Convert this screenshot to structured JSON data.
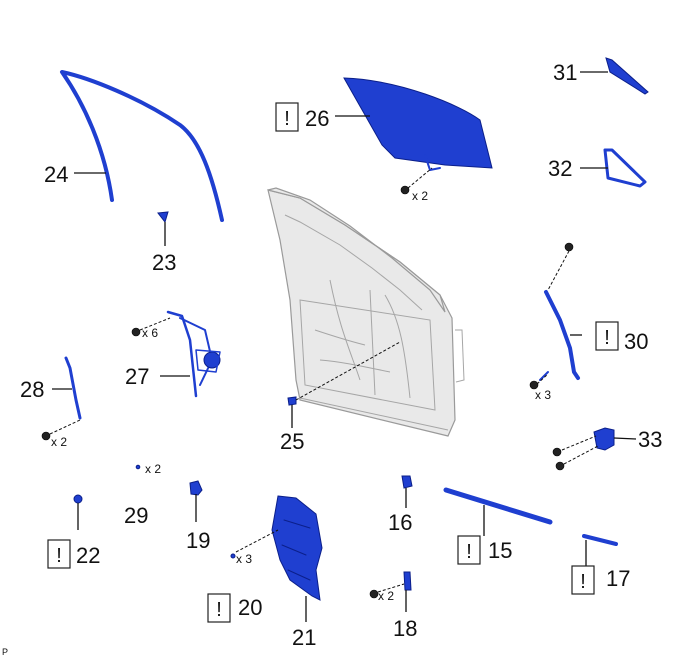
{
  "caution_mark": "!",
  "footer_code": "P",
  "callouts": {
    "c24": "24",
    "c23": "23",
    "c26": "26",
    "c31": "31",
    "c32": "32",
    "c30": "30",
    "c27": "27",
    "c28": "28",
    "c25": "25",
    "c33": "33",
    "c29": "29",
    "c19": "19",
    "c22": "22",
    "c16": "16",
    "c15": "15",
    "c17": "17",
    "c20": "20",
    "c21": "21",
    "c18": "18"
  },
  "quantities": {
    "q26": "x 2",
    "q27": "x 6",
    "q28": "x 2",
    "q30": "x 3",
    "q29": "x 2",
    "q20": "x 3",
    "q18": "x 2"
  },
  "colors": {
    "part_blue": "#1f3fd0",
    "part_outline": "#0b1f8a",
    "door_panel": "#e9e9e9",
    "leader_line": "#111111"
  }
}
